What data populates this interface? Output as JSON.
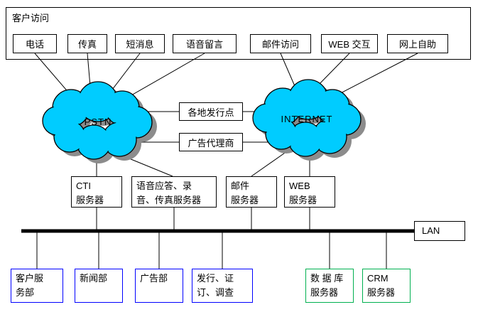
{
  "colors": {
    "cloud": "#00ccff",
    "cloud_shadow": "#8c8c8c",
    "line": "#000000",
    "dept_blue": "#0000ff",
    "dept_green": "#00b050"
  },
  "access": {
    "title": "客户访问",
    "items": [
      {
        "label": "电话"
      },
      {
        "label": "传真"
      },
      {
        "label": "短消息"
      },
      {
        "label": "语音留言"
      },
      {
        "label": "邮件访问"
      },
      {
        "label": "WEB 交互"
      },
      {
        "label": "网上自助"
      }
    ]
  },
  "clouds": {
    "pstn": {
      "label": "PSTN"
    },
    "internet": {
      "label": "INTERNET"
    }
  },
  "middle": {
    "distribution": {
      "label": "各地发行点"
    },
    "ad_agency": {
      "label": "广告代理商"
    }
  },
  "servers": [
    {
      "label": "CTI\n服务器"
    },
    {
      "label": "语音应答、录\n音、传真服务器"
    },
    {
      "label": "邮件\n服务器"
    },
    {
      "label": "WEB\n服务器"
    }
  ],
  "lan": {
    "label": "LAN"
  },
  "departments": [
    {
      "label": "客户服\n务部"
    },
    {
      "label": "新闻部"
    },
    {
      "label": "广告部"
    },
    {
      "label": "发行、证\n订、调查"
    },
    {
      "label": "数 据 库\n服务器"
    },
    {
      "label": "CRM\n服务器"
    }
  ]
}
